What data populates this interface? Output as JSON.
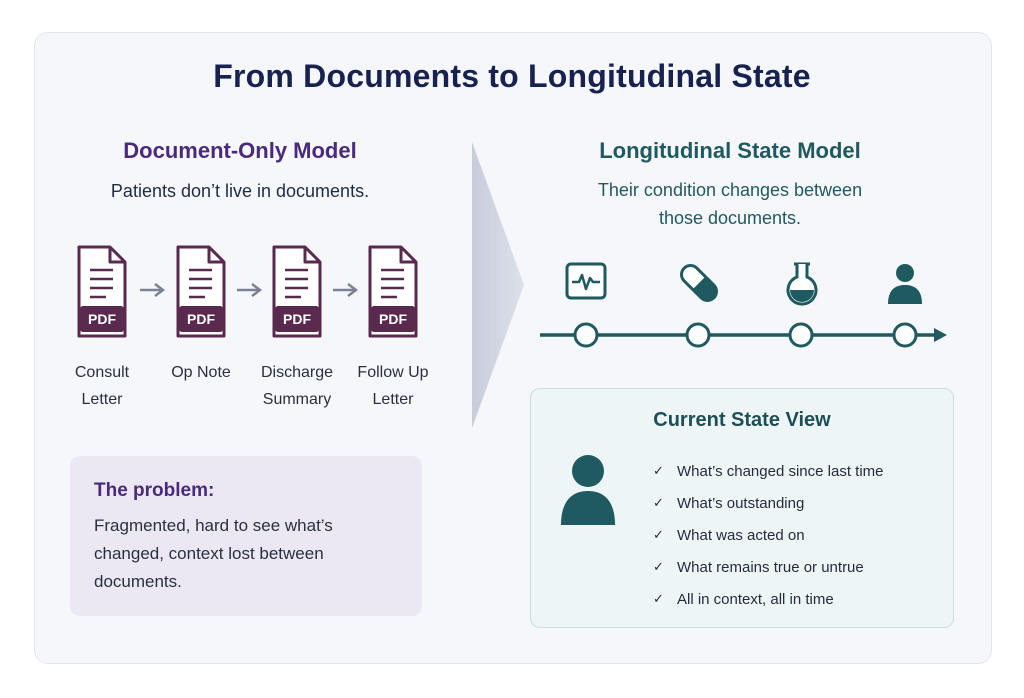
{
  "title": "From Documents to Longitudinal State",
  "left": {
    "heading": "Document-Only Model",
    "subheading": "Patients don’t live in documents.",
    "documents": [
      {
        "badge": "PDF",
        "label_line1": "Consult",
        "label_line2": "Letter"
      },
      {
        "badge": "PDF",
        "label_line1": "Op Note",
        "label_line2": ""
      },
      {
        "badge": "PDF",
        "label_line1": "Discharge",
        "label_line2": "Summary"
      },
      {
        "badge": "PDF",
        "label_line1": "Follow Up",
        "label_line2": "Letter"
      }
    ],
    "problem": {
      "title": "The problem:",
      "text": "Fragmented, hard to see what’s changed, context lost between documents."
    }
  },
  "right": {
    "heading": "Longitudinal State Model",
    "subheading_line1": "Their condition changes between",
    "subheading_line2": "those documents.",
    "timeline_icons": [
      "heart-monitor-icon",
      "pill-capsule-icon",
      "lab-flask-icon",
      "person-icon"
    ],
    "current_state": {
      "title": "Current State View",
      "items": [
        "What’s changed since last time",
        "What’s outstanding",
        "What was acted on",
        "What remains true or untrue",
        "All in context, all in time"
      ]
    }
  },
  "colors": {
    "title": "#172250",
    "purple": "#4a2a7c",
    "doc_badge": "#5a2a4e",
    "teal": "#1e5a60",
    "problem_bg": "#ebe8f4",
    "current_bg": "#eef5f7"
  }
}
